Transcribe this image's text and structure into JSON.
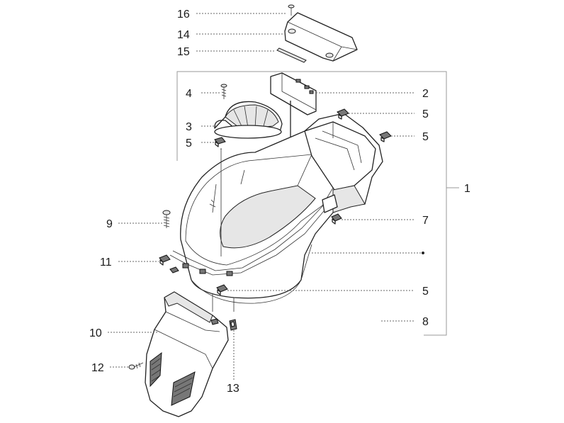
{
  "callouts": {
    "c16": "16",
    "c14": "14",
    "c15": "15",
    "c4": "4",
    "c2": "2",
    "c3": "3",
    "c5a": "5",
    "c5b": "5",
    "c5c": "5",
    "c1": "1",
    "c9": "9",
    "c7": "7",
    "c11": "11",
    "c5d": "5",
    "c10": "10",
    "c8": "8",
    "c12": "12",
    "c13": "13"
  }
}
